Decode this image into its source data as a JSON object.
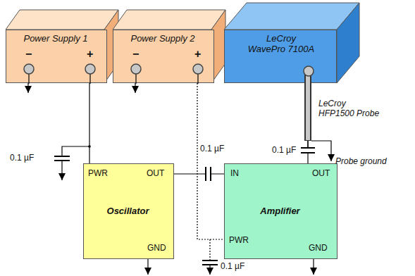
{
  "diagram": {
    "nodes": [
      {
        "text": [
          "Power Supply 1",
          "−",
          "+"
        ]
      },
      {
        "text": [
          "Power Supply 2",
          "−",
          "+"
        ]
      },
      {
        "text": [
          "LeCroy WavePro 7100A"
        ]
      },
      {
        "text": [
          "PWR",
          "OUT",
          "Oscillator",
          "GND"
        ]
      },
      {
        "text": [
          "IN",
          "OUT",
          "Amplifier",
          "PWR",
          "GND"
        ]
      }
    ],
    "edges": [
      {
        "from": 0,
        "to": 3,
        "arrow": "none"
      },
      {
        "from": 1,
        "to": 4,
        "arrow": "none"
      },
      {
        "from": 3,
        "to": 4,
        "arrow": "none"
      },
      {
        "from": 4,
        "to": 2,
        "arrow": "none"
      }
    ],
    "labels": [
      "LeCroy HFP1500 Probe",
      "0.1 µF",
      "0.1 µF",
      "0.1 µF",
      "Probe ground",
      "0.1 µF"
    ]
  }
}
